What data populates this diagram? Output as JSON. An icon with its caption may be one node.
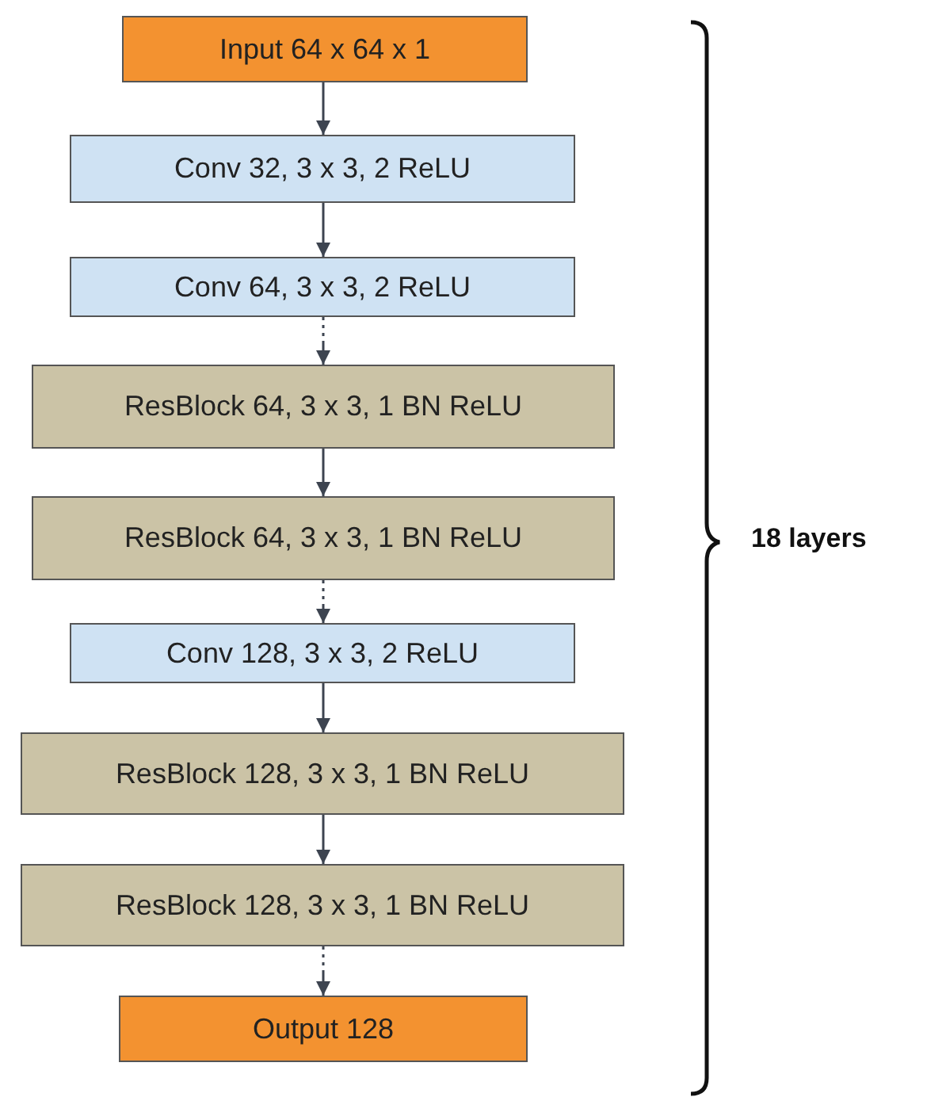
{
  "diagram": {
    "nodes": [
      {
        "text": [
          "Input 64 x 64 x 1"
        ]
      },
      {
        "text": [
          "Conv 32, 3 x 3, 2 ReLU"
        ]
      },
      {
        "text": [
          "Conv 64, 3 x 3, 2 ReLU"
        ]
      },
      {
        "text": [
          "ResBlock 64, 3 x 3, 1 BN ReLU"
        ]
      },
      {
        "text": [
          "ResBlock 64, 3 x 3, 1 BN ReLU"
        ]
      },
      {
        "text": [
          "Conv 128, 3 x 3, 2 ReLU"
        ]
      },
      {
        "text": [
          "ResBlock 128, 3 x 3, 1 BN ReLU"
        ]
      },
      {
        "text": [
          "ResBlock 128, 3 x 3, 1 BN ReLU"
        ]
      },
      {
        "text": [
          "Output 128"
        ]
      }
    ],
    "edges": [
      {
        "from": 0,
        "to": 1,
        "arrow": "to"
      },
      {
        "from": 1,
        "to": 2,
        "arrow": "to"
      },
      {
        "from": 2,
        "to": 3,
        "arrow": "to",
        "style": "dashed"
      },
      {
        "from": 3,
        "to": 4,
        "arrow": "to"
      },
      {
        "from": 4,
        "to": 5,
        "arrow": "to",
        "style": "dashed"
      },
      {
        "from": 5,
        "to": 6,
        "arrow": "to"
      },
      {
        "from": 6,
        "to": 7,
        "arrow": "to"
      },
      {
        "from": 7,
        "to": 8,
        "arrow": "to",
        "style": "dashed"
      }
    ],
    "labels": [
      "18 layers"
    ]
  }
}
